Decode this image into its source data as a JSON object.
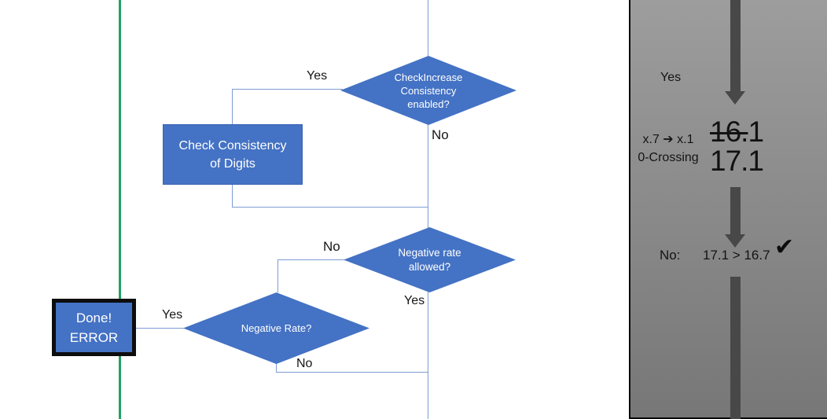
{
  "colors": {
    "shape_blue": "#4472C4",
    "connector_blue": "#7E9BD4",
    "green_line": "#1FA35E",
    "panel_gray_top": "#9D9D9D",
    "panel_gray_bottom": "#777777",
    "arrow_gray": "#484848",
    "text_black": "#141414",
    "shape_text_white": "#FFFFFF"
  },
  "flowchart": {
    "start_decision": {
      "lines": [
        "CheckIncrease",
        "Consistency",
        "enabled?"
      ]
    },
    "process": {
      "lines": [
        "Check Consistency",
        "of Digits"
      ]
    },
    "rate_decision": {
      "lines": [
        "Negative rate",
        "allowed?"
      ]
    },
    "negative_decision": {
      "lines": [
        "Negative Rate?"
      ]
    },
    "terminal": {
      "lines": [
        "Done!",
        "ERROR"
      ]
    },
    "labels": {
      "yes_top": "Yes",
      "no_top": "No",
      "no_mid": "No",
      "yes_mid": "Yes",
      "yes_bottom": "Yes",
      "no_bottom": "No"
    }
  },
  "panel": {
    "yes_label": "Yes",
    "rule_line1": "x.7 ➔ x.1",
    "rule_line2": "0-Crossing",
    "old_value_struck": "16.",
    "old_value_rest": "1",
    "new_value": "17.1",
    "no_label": "No:",
    "comparison": "17.1 > 16.7",
    "checkmark": "✔"
  }
}
